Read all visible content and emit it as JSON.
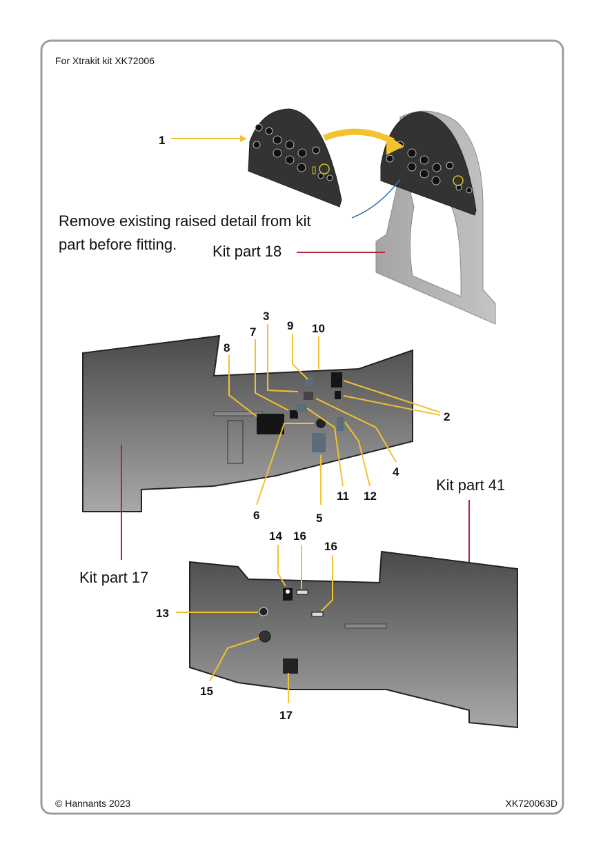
{
  "header": {
    "kit_reference": "For Xtrakit kit XK72006"
  },
  "instructions": {
    "line1": "Remove existing raised detail from kit",
    "line2": "part before fitting."
  },
  "kit_parts": {
    "part18": "Kit part 18",
    "part41": "Kit part 41",
    "part17": "Kit part 17"
  },
  "callouts": [
    "1",
    "2",
    "3",
    "4",
    "5",
    "6",
    "7",
    "8",
    "9",
    "10",
    "11",
    "12",
    "13",
    "14",
    "16",
    "16",
    "15",
    "17"
  ],
  "footer": {
    "copyright": "© Hannants 2023",
    "product_code": "XK720063D"
  },
  "colors": {
    "leader_yellow": "#f2c230",
    "leader_red": "#b0243a",
    "leader_blue": "#3d6fb0",
    "panel": "#3a3a3a",
    "kit_grey": "#9a9a9a"
  }
}
